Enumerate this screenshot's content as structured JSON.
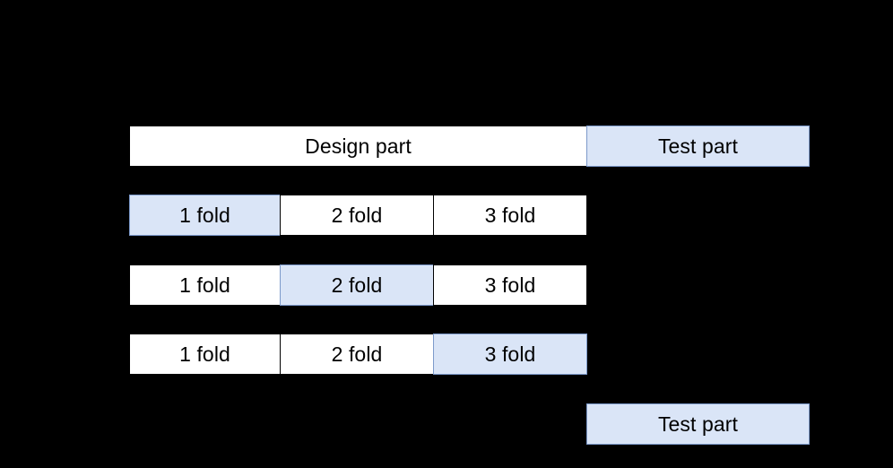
{
  "figure": {
    "background_color": "#000000",
    "highlight_fill": "#dae5f7",
    "highlight_border": "#7d9acb",
    "plain_fill": "#ffffff",
    "plain_border": "#000000",
    "text_color": "#000000"
  },
  "rows": [
    {
      "name": "split-row",
      "cells": [
        {
          "label": "Design part",
          "state": "plain"
        },
        {
          "label": "Test part",
          "state": "highlight"
        }
      ]
    },
    {
      "name": "fold-row-1",
      "cells": [
        {
          "label": "1 fold",
          "state": "highlight"
        },
        {
          "label": "2 fold",
          "state": "plain"
        },
        {
          "label": "3 fold",
          "state": "plain"
        }
      ]
    },
    {
      "name": "fold-row-2",
      "cells": [
        {
          "label": "1 fold",
          "state": "plain"
        },
        {
          "label": "2 fold",
          "state": "highlight"
        },
        {
          "label": "3 fold",
          "state": "plain"
        }
      ]
    },
    {
      "name": "fold-row-3",
      "cells": [
        {
          "label": "1 fold",
          "state": "plain"
        },
        {
          "label": "2 fold",
          "state": "plain"
        },
        {
          "label": "3 fold",
          "state": "highlight"
        }
      ]
    },
    {
      "name": "test-row",
      "cells": [
        {
          "label": "Test part",
          "state": "highlight"
        }
      ]
    }
  ]
}
